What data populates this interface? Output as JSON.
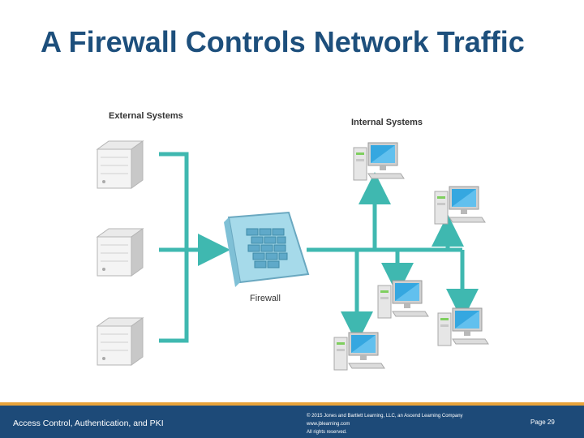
{
  "slide": {
    "title": "A Firewall Controls Network Traffic"
  },
  "diagram": {
    "external_label": "External Systems",
    "internal_label": "Internal Systems",
    "firewall_label": "Firewall",
    "colors": {
      "line": "#3fb8b0",
      "title": "#1d4f7c",
      "firewall": "#9fd6e8"
    },
    "icons": [
      "server-icon",
      "desktop-computer-icon",
      "firewall-icon"
    ]
  },
  "footer": {
    "course": "Access Control, Authentication, and PKI",
    "copyright_line1": "© 2015 Jones and Bartlett Learning, LLC, an Ascend Learning Company",
    "copyright_line2": "www.jblearning.com",
    "copyright_line3": "All rights reserved.",
    "page": "Page 29",
    "colors": {
      "bar": "#1d4a78",
      "accent": "#e8a33a"
    }
  }
}
